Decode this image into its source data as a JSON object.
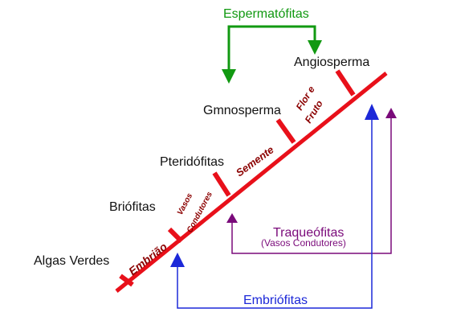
{
  "colors": {
    "main_line": "#e8101a",
    "trait_text": "#8b0000",
    "taxon_text": "#111111",
    "espermatofitas": "#119911",
    "traqueofitas": "#7a0a7a",
    "embriofitas": "#1c28d8"
  },
  "taxa": {
    "algas_verdes": "Algas Verdes",
    "briofitas": "Briófitas",
    "pteridofitas": "Pteridófitas",
    "gimnosperma": "Gmnosperma",
    "angiosperma": "Angiosperma"
  },
  "traits": {
    "embriao": "Embrião",
    "vasos_line1": "Vasos",
    "vasos_line2": "Condutores",
    "semente": "Semente",
    "flor_line1": "Flor e",
    "flor_line2": "Fruto"
  },
  "groups": {
    "espermatofitas": "Espermatófitas",
    "traqueofitas": "Traqueófitas",
    "traqueofitas_sub": "(Vasos Condutores)",
    "embriofitas": "Embriófitas"
  }
}
